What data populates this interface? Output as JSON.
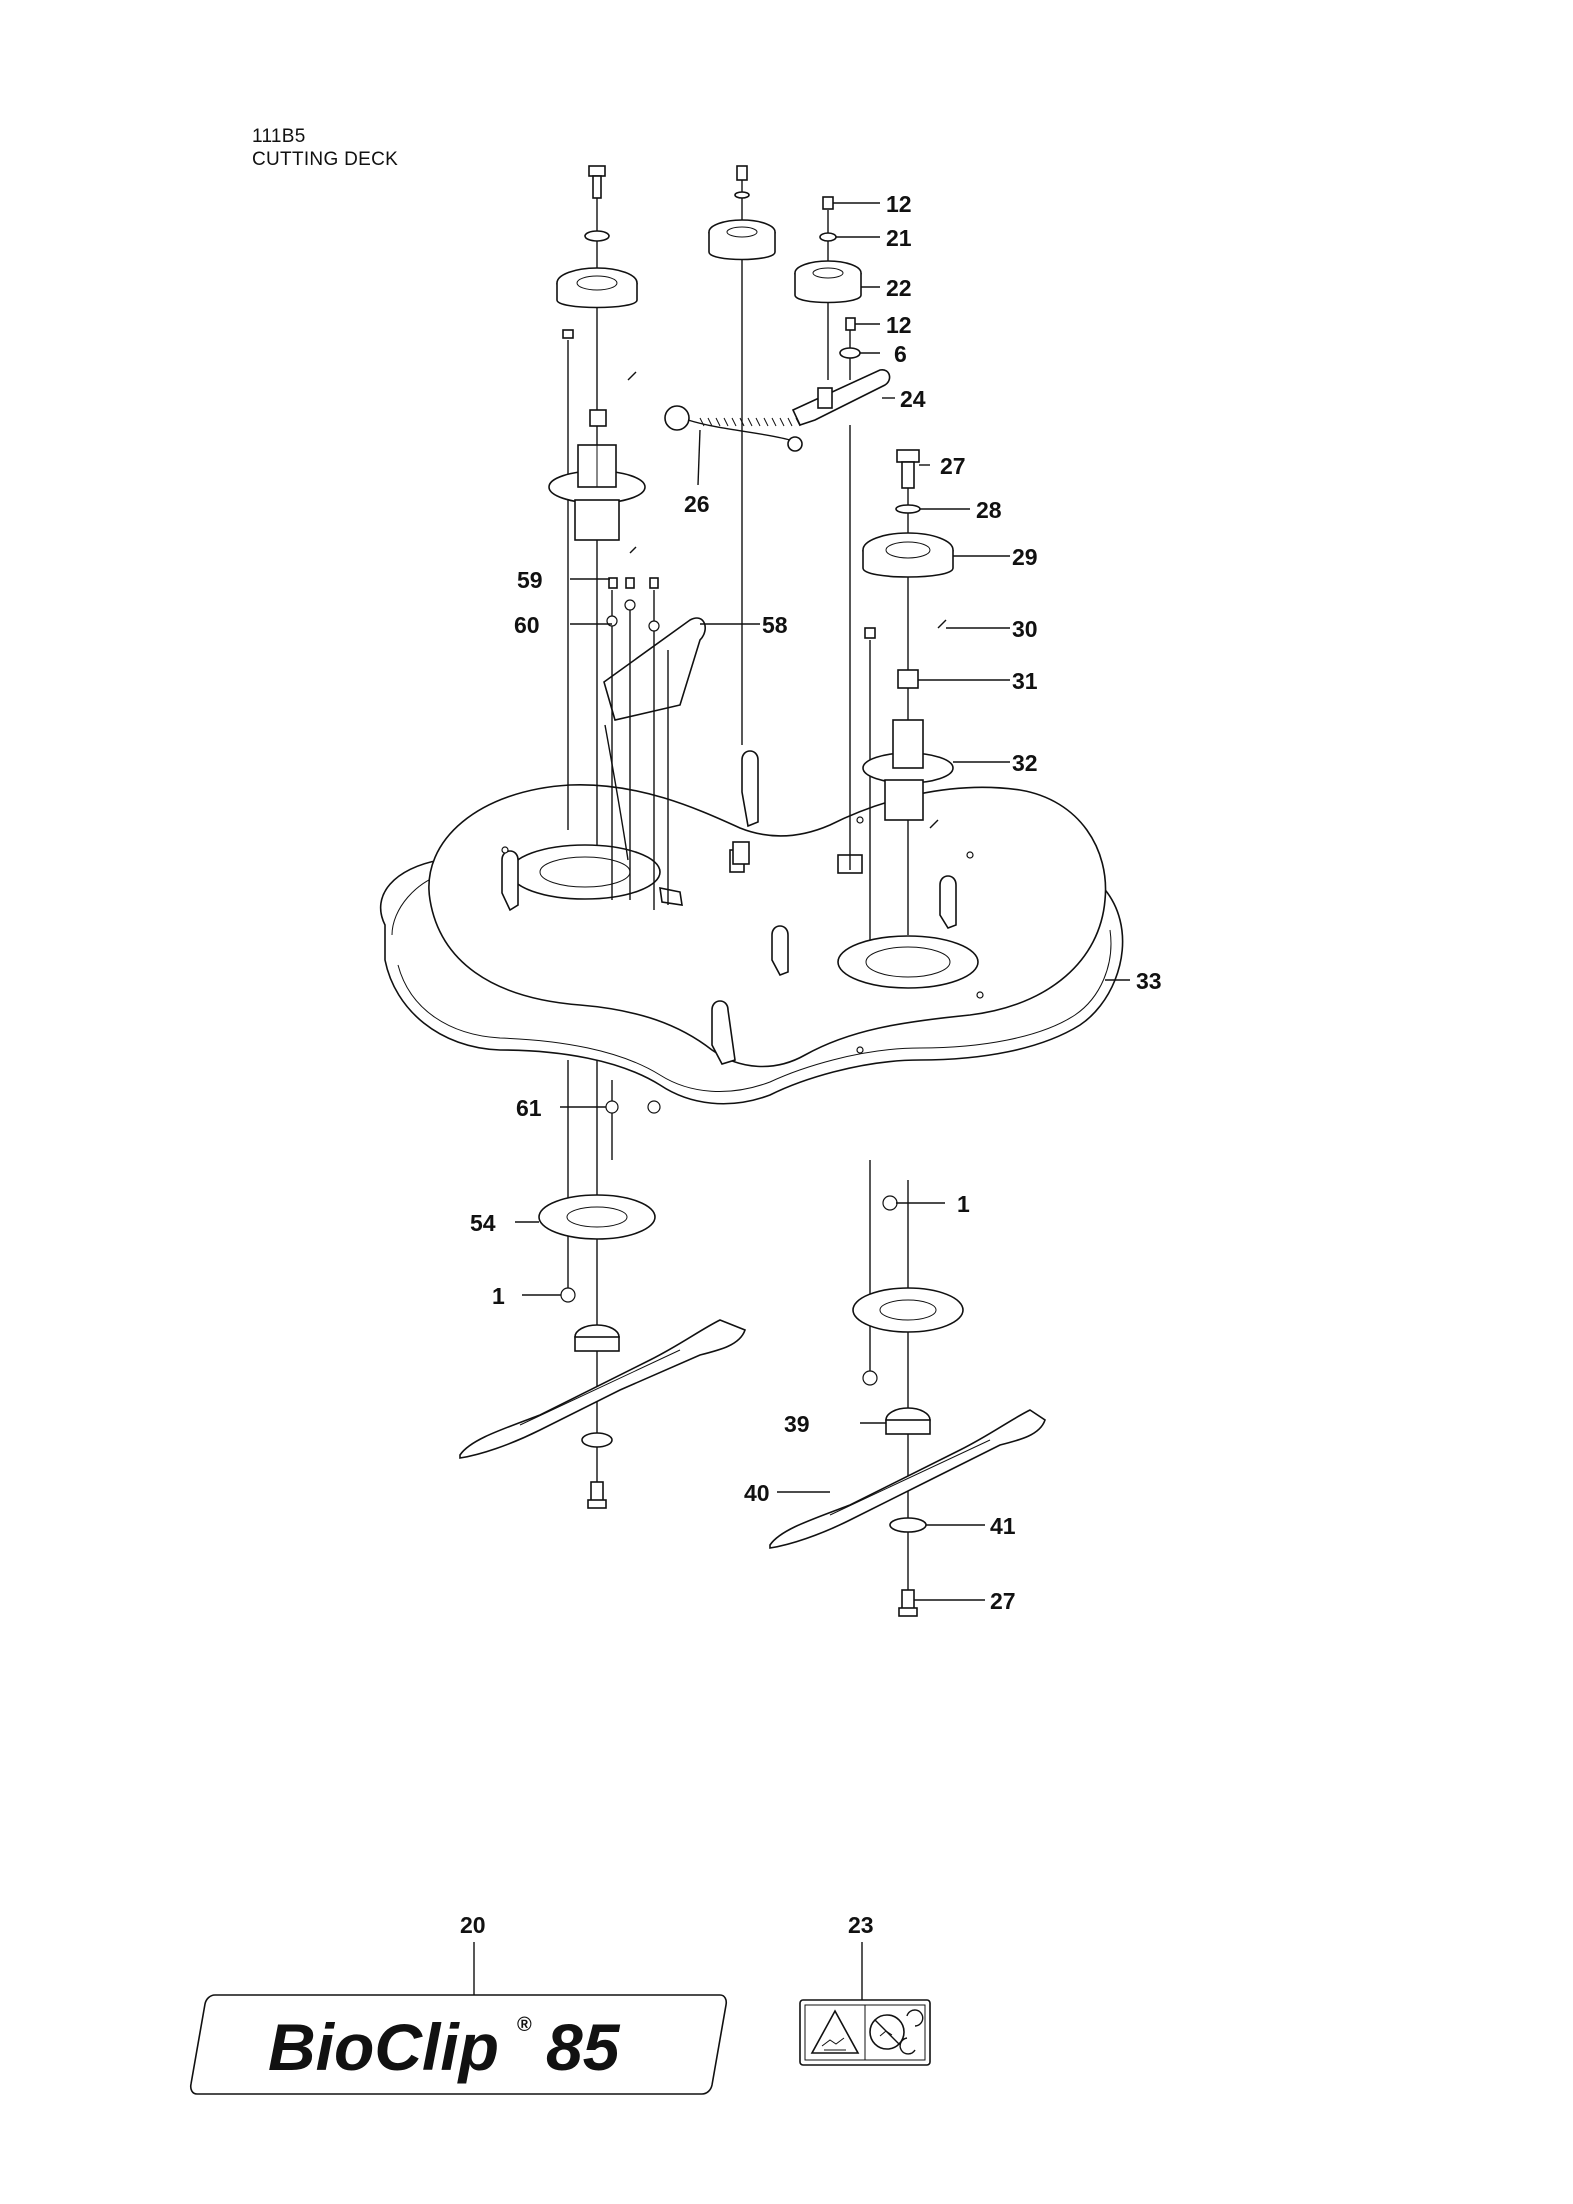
{
  "header": {
    "code": "111B5",
    "title": "CUTTING DECK"
  },
  "callouts": {
    "c12a": "12",
    "c21": "21",
    "c22": "22",
    "c12b": "12",
    "c6": "6",
    "c24": "24",
    "c26": "26",
    "c27a": "27",
    "c28": "28",
    "c29": "29",
    "c59": "59",
    "c58": "58",
    "c60": "60",
    "c30": "30",
    "c31": "31",
    "c32": "32",
    "c33": "33",
    "c61": "61",
    "c1a": "1",
    "c54": "54",
    "c1b": "1",
    "c39": "39",
    "c40": "40",
    "c41": "41",
    "c27b": "27",
    "c20": "20",
    "c23": "23"
  },
  "decal": {
    "brand": "BioClip",
    "registered": "®",
    "model": "85"
  },
  "icons": [
    "warning-decal-icon",
    "no-entry-rotating-icon"
  ]
}
